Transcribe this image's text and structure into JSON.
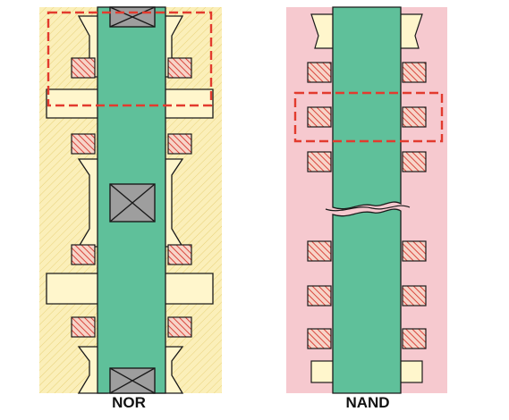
{
  "panels": [
    {
      "id": "nor",
      "label": "NOR",
      "background": "#FBEFB9",
      "highlight_rows": 1
    },
    {
      "id": "nand",
      "label": "NAND",
      "background": "#F6C9CF",
      "highlight_rows": 1
    }
  ],
  "colors": {
    "channel": "#5FC09A",
    "contact": "#9E9E9E",
    "gate_hatch": "#D9453C",
    "gate_fill": "#F7D4C8",
    "diffusion": "#FFF6CC",
    "highlight": "#E23B2E",
    "outline": "#1A1A1A"
  },
  "icons": {
    "contact": "crossed-box-icon",
    "break": "wavy-break-icon"
  }
}
